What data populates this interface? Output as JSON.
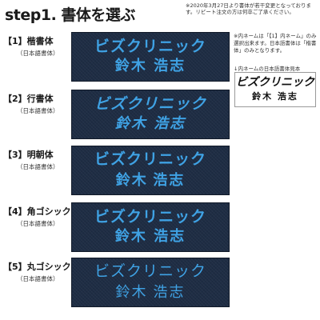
{
  "page_title": "step1. 書体を選ぶ",
  "top_note": "※2020年3月27日より書体が若干変更となっております。リピート注文の方は何卒ご了承ください。",
  "plate_line1": "ビズクリニック",
  "plate_line2": "鈴木 浩志",
  "fonts": [
    {
      "label": "【1】楷書体",
      "sub": "（日本語書体）"
    },
    {
      "label": "【2】行書体",
      "sub": "（日本語書体）"
    },
    {
      "label": "【3】明朝体",
      "sub": "（日本語書体）"
    },
    {
      "label": "【4】角ゴシック",
      "sub": "（日本語書体）"
    },
    {
      "label": "【5】丸ゴシック",
      "sub": "（日本語書体）"
    }
  ],
  "side_note": "※内ネームは「【1】内ネーム」のみ選択出来ます。日本語書体は「楷書体」のみとなります。",
  "sample_caption": "↓内ネームの日本語書体見本",
  "sample_line1": "ビズクリニック",
  "sample_line2": "鈴木 浩志",
  "colors": {
    "plate_bg": "#1e2d44",
    "plate_text": "#3fa2e4"
  }
}
